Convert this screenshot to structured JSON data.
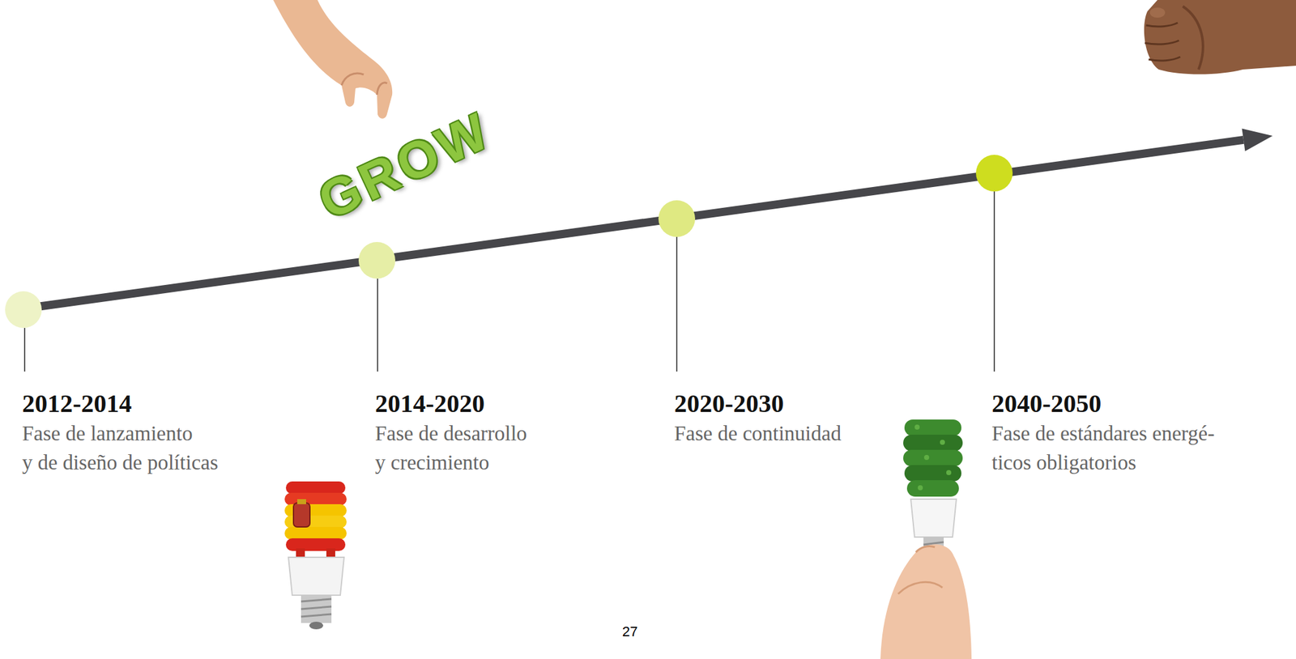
{
  "diagram": {
    "nodes": [
      {
        "text": [
          "2012-2014",
          "Fase de lanzamiento y de diseño de políticas"
        ]
      },
      {
        "text": [
          "2014-2020",
          "Fase de desarrollo y crecimiento"
        ]
      },
      {
        "text": [
          "2020-2030",
          "Fase de continuidad"
        ]
      },
      {
        "text": [
          "2040-2050",
          "Fase de estándares energé- ticos obligatorios"
        ]
      }
    ],
    "labels": [
      "GROW",
      "27"
    ]
  }
}
